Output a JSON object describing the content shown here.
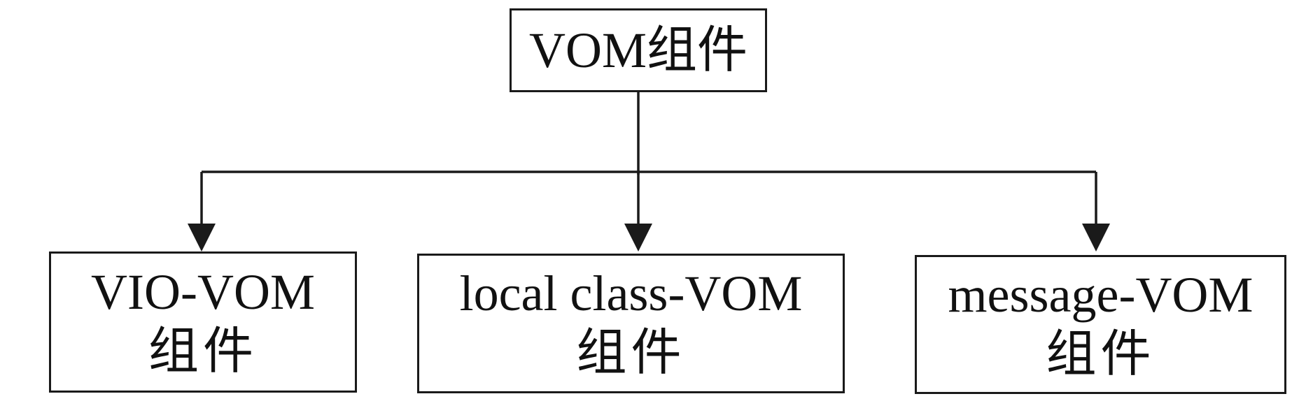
{
  "diagram": {
    "type": "hierarchy",
    "root": {
      "label": "VOM组件"
    },
    "children": [
      {
        "line1": "VIO-VOM",
        "line2": "组件"
      },
      {
        "line1": "local class-VOM",
        "line2": "组件"
      },
      {
        "line1": "message-VOM",
        "line2": "组件"
      }
    ],
    "edges": [
      {
        "from": "VOM组件",
        "to": "VIO-VOM 组件"
      },
      {
        "from": "VOM组件",
        "to": "local class-VOM 组件"
      },
      {
        "from": "VOM组件",
        "to": "message-VOM 组件"
      }
    ],
    "colors": {
      "stroke": "#1a1a1a",
      "background": "#ffffff"
    }
  }
}
